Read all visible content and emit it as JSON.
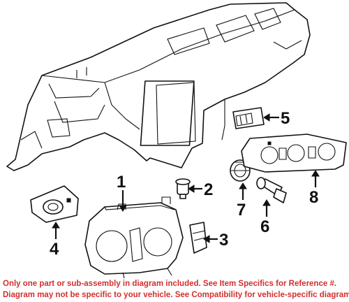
{
  "callouts": [
    "1",
    "2",
    "3",
    "4",
    "5",
    "6",
    "7",
    "8"
  ],
  "disclaimer": {
    "line1": "Only one part or sub-assembly in diagram included. See Item Specifics for Reference #.",
    "line2": "Diagram may not be specific to your vehicle. See Compatibility for vehicle-specific diagrams."
  },
  "colors": {
    "disclaimer_text": "#d32f2f",
    "line_art": "#111111"
  }
}
